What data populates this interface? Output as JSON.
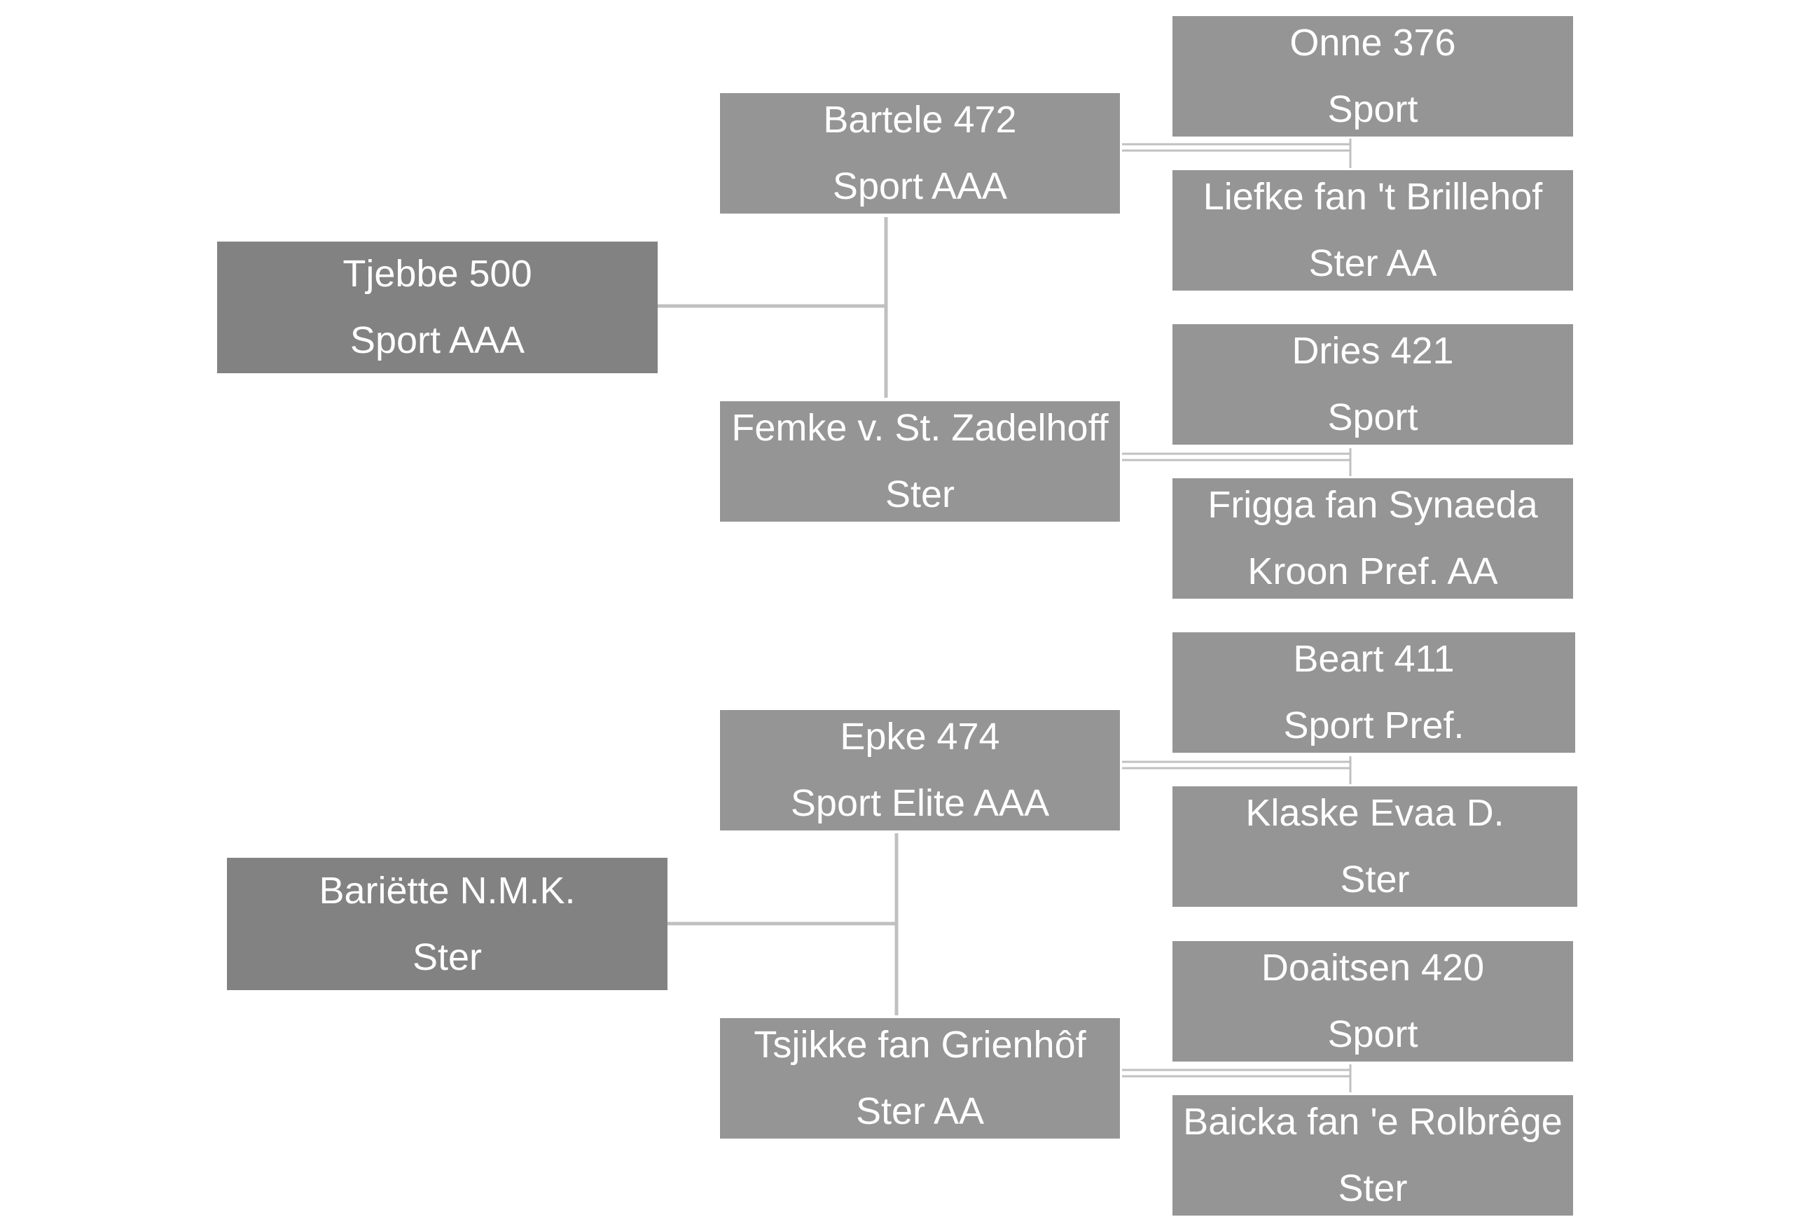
{
  "pedigree": {
    "subjects": [
      {
        "name": "Tjebbe 500",
        "title": "Sport AAA",
        "sire": {
          "name": "Bartele 472",
          "title": "Sport AAA",
          "sire": {
            "name": "Onne 376",
            "title": "Sport"
          },
          "dam": {
            "name": "Liefke fan 't Brillehof",
            "title": "Ster AA"
          }
        },
        "dam": {
          "name": "Femke v. St. Zadelhoff",
          "title": "Ster",
          "sire": {
            "name": "Dries 421",
            "title": "Sport"
          },
          "dam": {
            "name": "Frigga fan Synaeda",
            "title": "Kroon Pref. AA"
          }
        }
      },
      {
        "name": "Bariëtte N.M.K.",
        "title": "Ster",
        "sire": {
          "name": "Epke 474",
          "title": "Sport Elite AAA",
          "sire": {
            "name": "Beart 411",
            "title": "Sport Pref."
          },
          "dam": {
            "name": "Klaske Evaa D.",
            "title": "Ster"
          }
        },
        "dam": {
          "name": "Tsjikke fan Grienhôf",
          "title": "Ster AA",
          "sire": {
            "name": "Doaitsen 420",
            "title": "Sport"
          },
          "dam": {
            "name": "Baicka fan 'e Rolbrêge",
            "title": "Ster"
          }
        }
      }
    ]
  },
  "colors": {
    "gen1_box": "#828282",
    "gen2_box": "#959595",
    "gen3_box": "#959595",
    "connector": "#c0c0c0",
    "text": "#ffffff"
  }
}
